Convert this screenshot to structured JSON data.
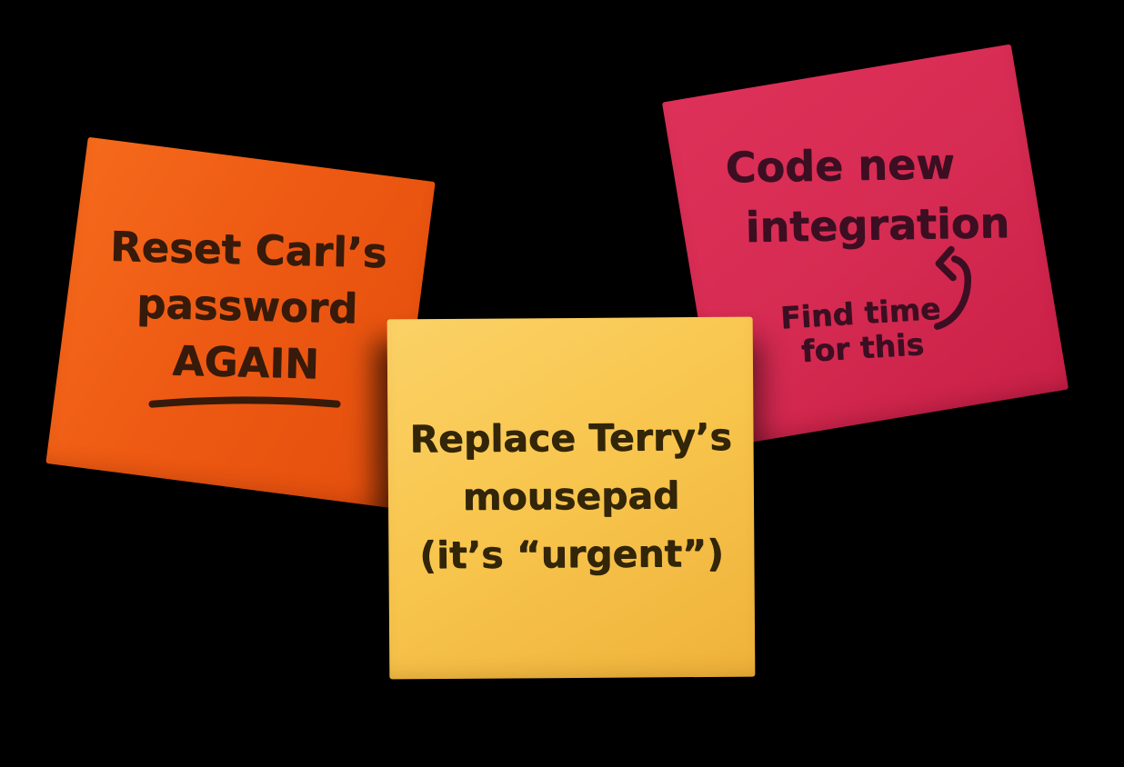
{
  "scene": {
    "background_color": "#000000",
    "description": "Three handwritten sticky notes on a black background"
  },
  "notes": [
    {
      "name": "orange-note",
      "paper_color": "#ee5a13",
      "ink_color": "#371a09",
      "lines": [
        "Reset Carl’s",
        "password",
        "AGAIN"
      ],
      "underlined_line": "AGAIN"
    },
    {
      "name": "yellow-note",
      "paper_color": "#f8c64e",
      "ink_color": "#322508",
      "lines": [
        "Replace Terry’s",
        "mousepad",
        "(it’s “urgent”)"
      ]
    },
    {
      "name": "pink-note",
      "paper_color": "#d62b52",
      "ink_color": "#3c0e22",
      "lines": [
        "Code new",
        "integration"
      ],
      "annotation_lines": [
        "Find time",
        "for this"
      ],
      "arrow": "curved arrow pointing up from annotation toward the word integration"
    }
  ]
}
